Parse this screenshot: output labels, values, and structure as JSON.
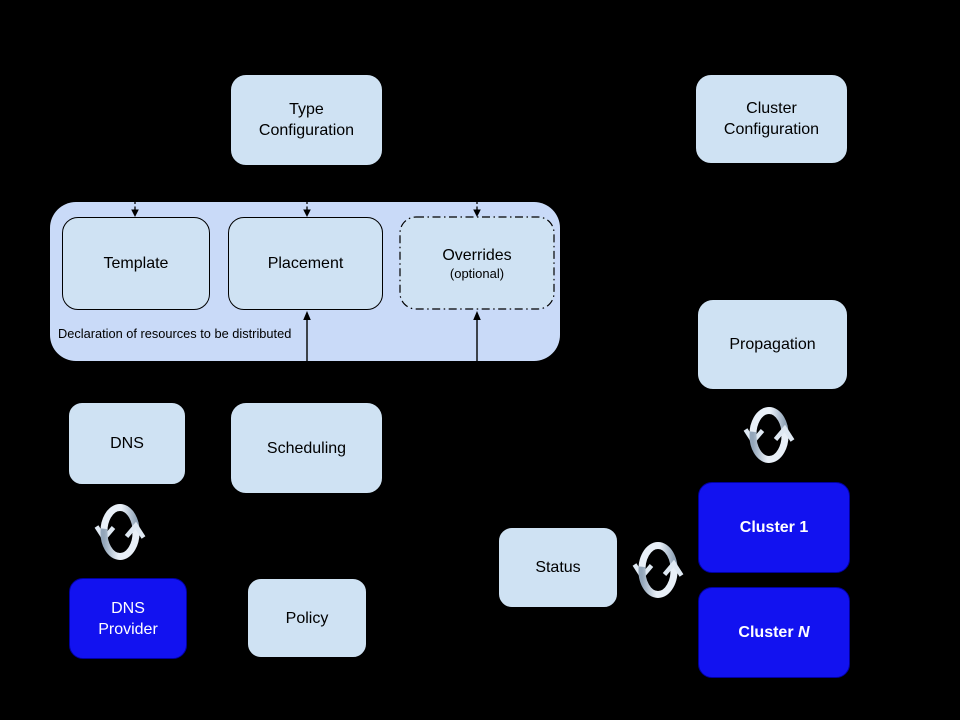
{
  "diagram": {
    "type": "architecture-diagram",
    "background": "#000000",
    "description_visible_text_only": true
  },
  "colors": {
    "background": "#000000",
    "container-fill": "#c9daf8",
    "box-fill": "#cfe2f3",
    "blue-fill": "#1212f0",
    "line": "#000000",
    "text": "#000000",
    "text-on-blue": "#ffffff",
    "sync-light": "#e9f0f8",
    "sync-dark": "#93a6ba",
    "sync-chevron": "#dfe9f3"
  },
  "nodes": {
    "type_configuration": {
      "label": "Type\nConfiguration"
    },
    "cluster_configuration": {
      "label": "Cluster\nConfiguration"
    },
    "template": {
      "label": "Template"
    },
    "placement": {
      "label": "Placement"
    },
    "overrides": {
      "label": "Overrides",
      "sublabel": "(optional)"
    },
    "container_caption": "Declaration of resources to be distributed",
    "dns": {
      "label": "DNS"
    },
    "scheduling": {
      "label": "Scheduling"
    },
    "dns_provider": {
      "label": "DNS\nProvider"
    },
    "policy": {
      "label": "Policy"
    },
    "propagation": {
      "label": "Propagation"
    },
    "status": {
      "label": "Status"
    },
    "cluster_1": {
      "label": "Cluster 1"
    },
    "cluster_n": {
      "label_prefix": "Cluster ",
      "label_suffix": "N"
    }
  },
  "icons": {
    "dns_sync": "sync-cycle-icon",
    "propagation_sync": "sync-cycle-icon",
    "status_sync": "sync-cycle-icon"
  }
}
